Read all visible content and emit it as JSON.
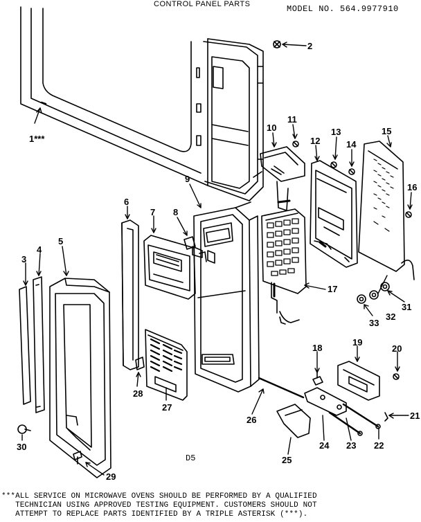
{
  "header": {
    "title": "CONTROL PANEL PARTS",
    "model": "MODEL NO. 564.9977910"
  },
  "drawing_code": "D5",
  "callouts": [
    {
      "id": "1",
      "text": "1***"
    },
    {
      "id": "2",
      "text": "2"
    },
    {
      "id": "3",
      "text": "3"
    },
    {
      "id": "4",
      "text": "4"
    },
    {
      "id": "5",
      "text": "5"
    },
    {
      "id": "6",
      "text": "6"
    },
    {
      "id": "7",
      "text": "7"
    },
    {
      "id": "8",
      "text": "8"
    },
    {
      "id": "9",
      "text": "9"
    },
    {
      "id": "10",
      "text": "10"
    },
    {
      "id": "11",
      "text": "11"
    },
    {
      "id": "12",
      "text": "12"
    },
    {
      "id": "13",
      "text": "13"
    },
    {
      "id": "14",
      "text": "14"
    },
    {
      "id": "15",
      "text": "15"
    },
    {
      "id": "16",
      "text": "16"
    },
    {
      "id": "17",
      "text": "17"
    },
    {
      "id": "18",
      "text": "18"
    },
    {
      "id": "19",
      "text": "19"
    },
    {
      "id": "20",
      "text": "20"
    },
    {
      "id": "21",
      "text": "21"
    },
    {
      "id": "22",
      "text": "22"
    },
    {
      "id": "23",
      "text": "23"
    },
    {
      "id": "24",
      "text": "24"
    },
    {
      "id": "25",
      "text": "25"
    },
    {
      "id": "26",
      "text": "26"
    },
    {
      "id": "27",
      "text": "27"
    },
    {
      "id": "28",
      "text": "28"
    },
    {
      "id": "29",
      "text": "29"
    },
    {
      "id": "30",
      "text": "30"
    },
    {
      "id": "31",
      "text": "31"
    },
    {
      "id": "32",
      "text": "32"
    },
    {
      "id": "33",
      "text": "33"
    }
  ],
  "footnote": {
    "line1": "***ALL SERVICE ON MICROWAVE OVENS SHOULD BE PERFORMED BY A QUALIFIED",
    "line2": "   TECHNICIAN USING APPROVED TESTING EQUIPMENT. CUSTOMERS SHOULD NOT",
    "line3": "   ATTEMPT TO REPLACE PARTS IDENTIFIED BY A TRIPLE ASTERISK (***)."
  }
}
